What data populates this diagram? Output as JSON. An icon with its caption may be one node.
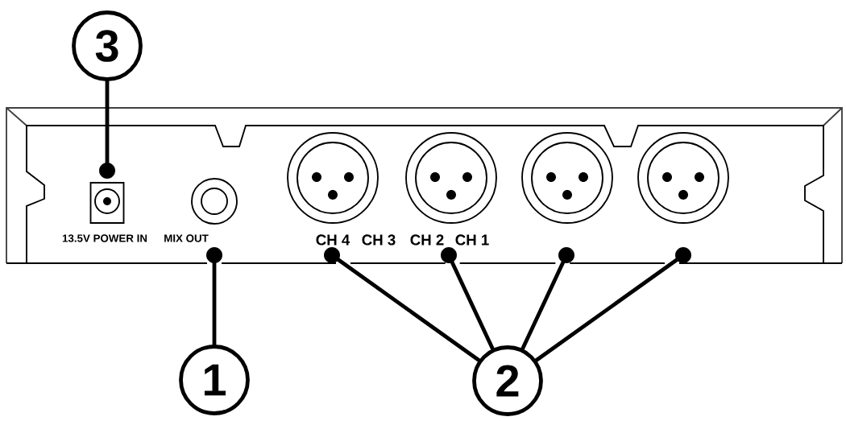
{
  "diagram": {
    "nodes": [
      {
        "text": [
          "3"
        ]
      },
      {
        "text": [],
        "shape": "box",
        "beside": [
          "13.5V POWER IN"
        ]
      },
      {
        "text": [],
        "shape": "circle",
        "beside": [
          "MIX OUT"
        ]
      },
      {
        "text": [],
        "shape": "circle"
      },
      {
        "text": [],
        "shape": "circle"
      },
      {
        "text": [],
        "shape": "circle"
      },
      {
        "text": [],
        "shape": "circle"
      },
      {
        "text": [
          "1"
        ]
      },
      {
        "text": [
          "2"
        ]
      }
    ],
    "edges": [
      {
        "from": 0,
        "to": 1,
        "arrow": "other"
      },
      {
        "from": 7,
        "to": 2,
        "arrow": "other"
      },
      {
        "from": 8,
        "to": 3,
        "arrow": "other"
      },
      {
        "from": 8,
        "to": 4,
        "arrow": "other"
      },
      {
        "from": 8,
        "to": 5,
        "arrow": "other"
      },
      {
        "from": 8,
        "to": 6,
        "arrow": "other"
      }
    ],
    "labels": [
      "CH 4",
      "CH 3",
      "CH 2",
      "CH 1"
    ]
  }
}
